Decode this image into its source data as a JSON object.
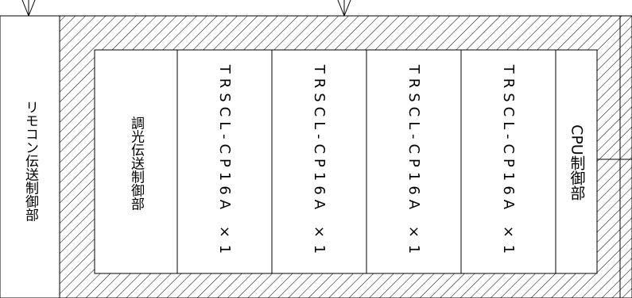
{
  "left_panel": {
    "label": "リモコン伝送制御部"
  },
  "dimming_panel": {
    "label": "調光伝送制御部"
  },
  "modules": [
    {
      "label": "TRSCL-CP16A ×1"
    },
    {
      "label": "TRSCL-CP16A ×1"
    },
    {
      "label": "TRSCL-CP16A ×1"
    },
    {
      "label": "TRSCL-CP16A ×1"
    }
  ],
  "cpu_panel": {
    "label": "CPU制御部"
  }
}
